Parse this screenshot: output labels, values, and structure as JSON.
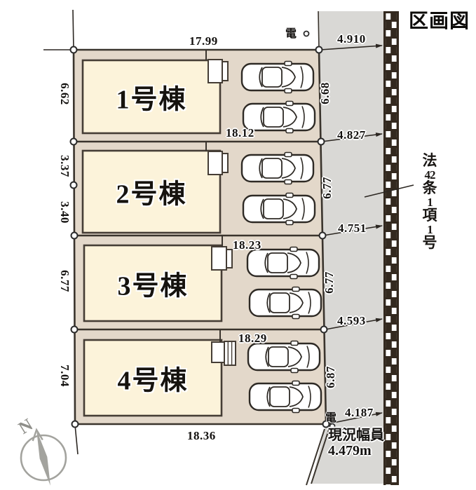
{
  "title": "区画図",
  "compass": {
    "north_label": "N"
  },
  "legal_road_note": {
    "chars": [
      "法",
      "42",
      "条",
      "1",
      "項",
      "1",
      "号"
    ]
  },
  "plots": [
    {
      "label": "1号棟"
    },
    {
      "label": "2号棟"
    },
    {
      "label": "3号棟"
    },
    {
      "label": "4号棟"
    }
  ],
  "dimensions": {
    "top_width": "17.99",
    "row_widths": [
      "18.12",
      "18.23",
      "18.29"
    ],
    "bottom_width": "18.36",
    "left_depths": [
      "6.62",
      "3.37",
      "3.40",
      "6.77",
      "7.04"
    ],
    "road_edge_depths": [
      "6.68",
      "6.77",
      "6.77",
      "6.87"
    ],
    "road_widths": [
      "4.910",
      "4.827",
      "4.751",
      "4.593",
      "4.187"
    ]
  },
  "road": {
    "current_width_label": "現況幅員",
    "current_width_value": "4.479m"
  },
  "utility_pole": {
    "label": "電"
  },
  "colors": {
    "plot_fill": "#e3d8ca",
    "building_fill": "#fcf3da",
    "road_fill": "#d9d8d5",
    "line": "#3a342d",
    "wall": "#33291f",
    "compass_gray": "#a3a39e",
    "halo": "#ffffff"
  }
}
